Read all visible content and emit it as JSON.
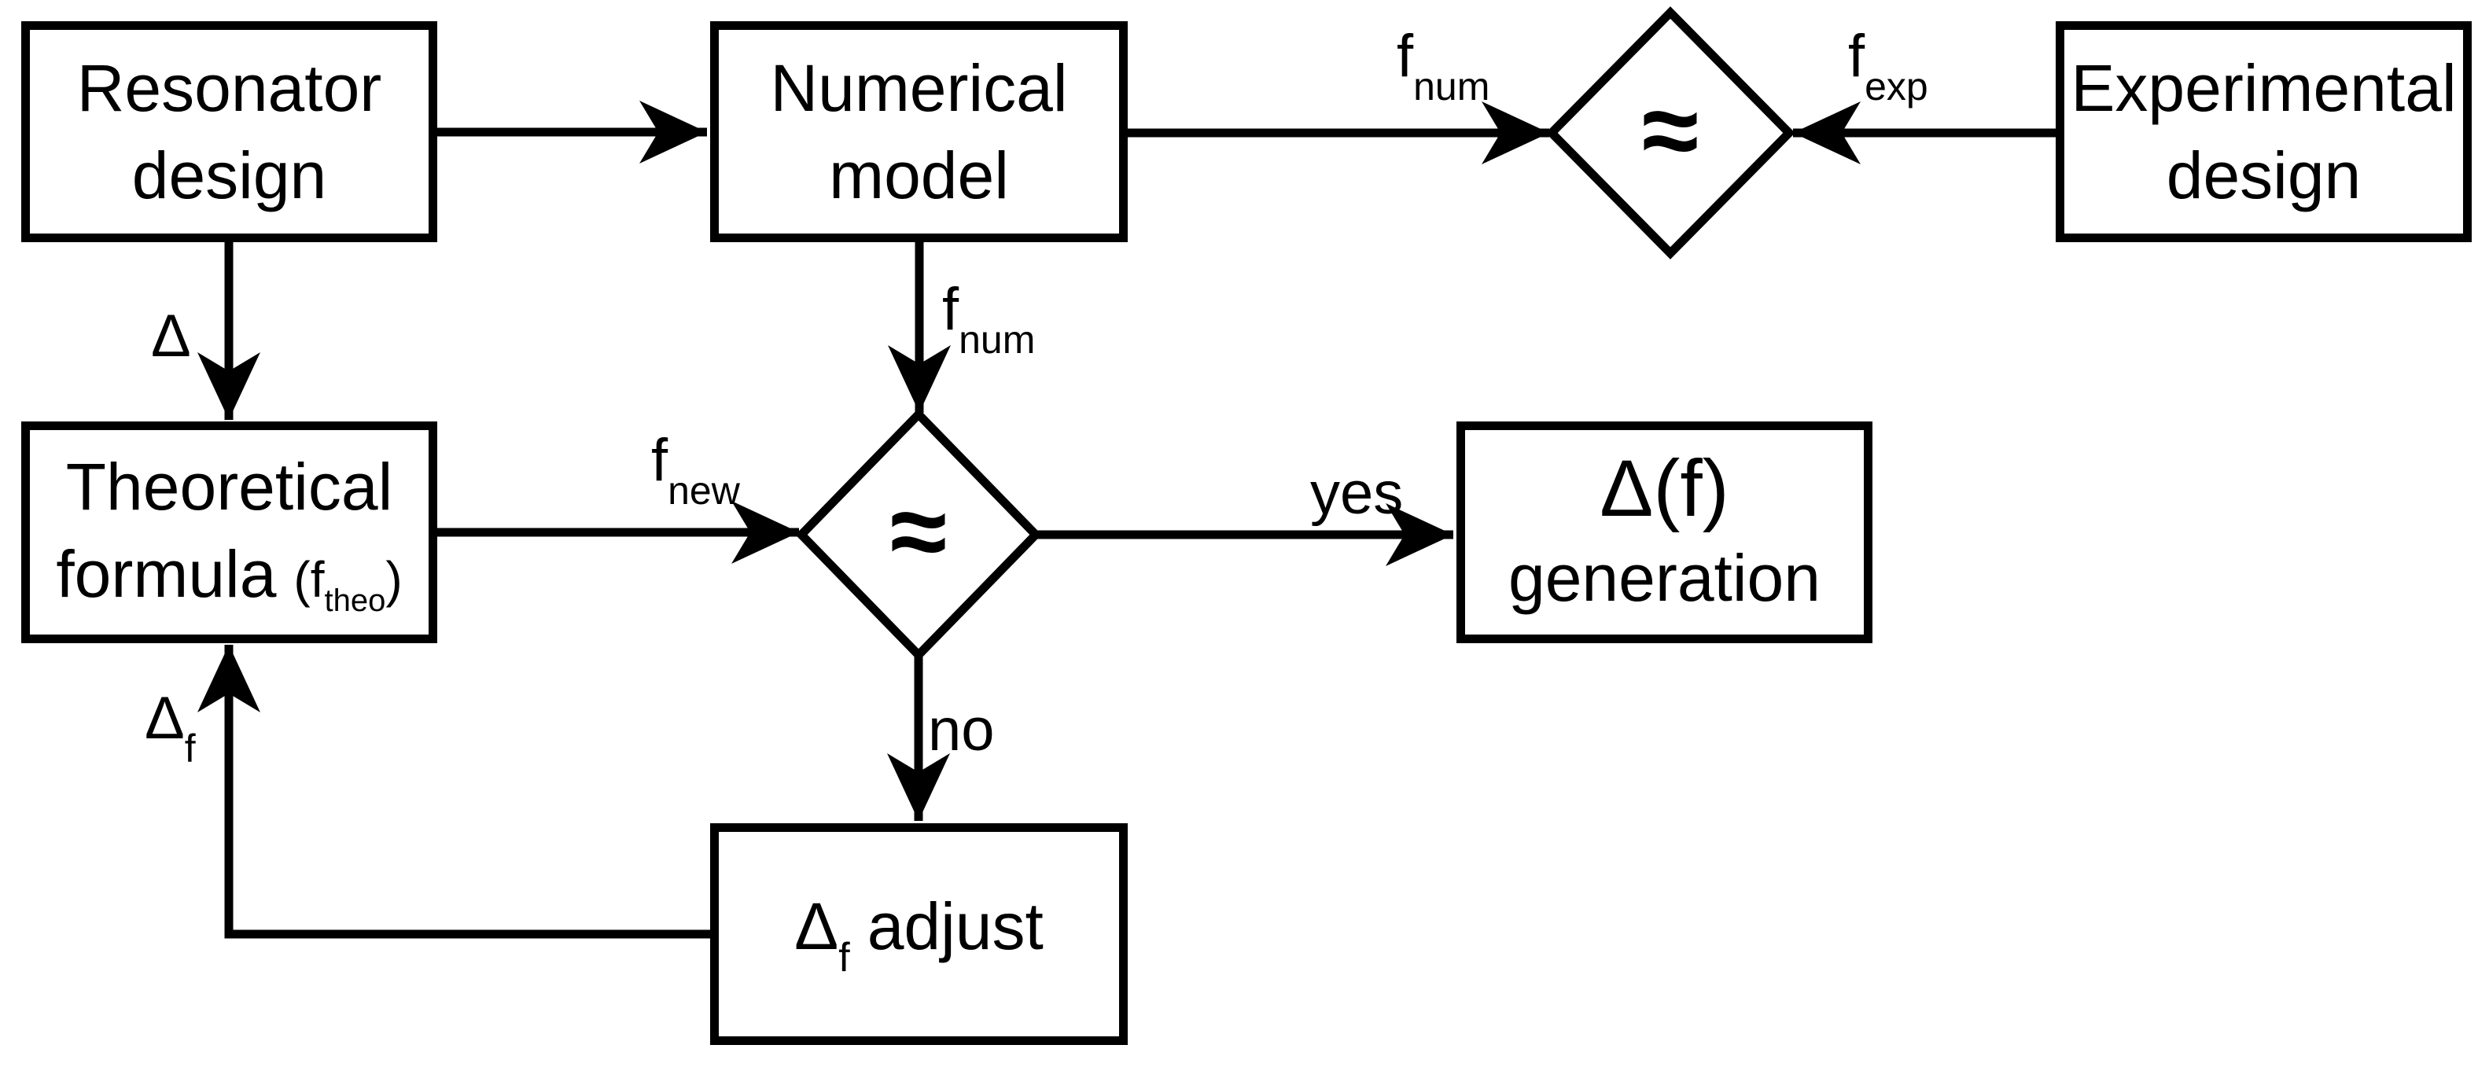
{
  "colors": {
    "ink": "#000000",
    "background": "#ffffff"
  },
  "nodes": {
    "resonator": {
      "line1": "Resonator",
      "line2": "design"
    },
    "numerical": {
      "line1": "Numerical",
      "line2": "model"
    },
    "experimental": {
      "line1": "Experimental",
      "line2": "design"
    },
    "theoretical": {
      "line1": "Theoretical",
      "line2_word": "formula",
      "paren_open": "(f",
      "paren_sub": "theo",
      "paren_close": ")"
    },
    "generation": {
      "line1": "Δ(f)",
      "line2": "generation"
    },
    "adjust": {
      "symbol": "Δ",
      "sub": "f",
      "word": "adjust"
    }
  },
  "decisions": {
    "num_vs_exp": {
      "symbol": "≈"
    },
    "new_vs_num": {
      "symbol": "≈"
    }
  },
  "edge_labels": {
    "f_num_top": {
      "base": "f",
      "sub": "num"
    },
    "f_exp": {
      "base": "f",
      "sub": "exp"
    },
    "delta": "Δ",
    "f_num_mid": {
      "base": "f",
      "sub": "num"
    },
    "f_new": {
      "base": "f",
      "sub": "new"
    },
    "yes": "yes",
    "no": "no",
    "delta_f": {
      "base": "Δ",
      "sub": "f"
    }
  }
}
